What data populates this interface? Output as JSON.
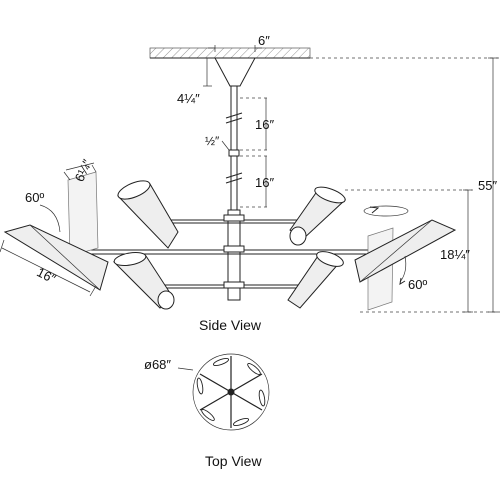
{
  "labels": {
    "canopy_width": "6″",
    "canopy_height": "4¼″",
    "rod_upper": "16″",
    "rod_gap": "½″",
    "rod_lower": "16″",
    "overall_height": "55″",
    "body_height": "18¼″",
    "shade_length": "16″",
    "shade_width": "6¼″",
    "tilt_left": "60º",
    "tilt_right": "60º",
    "diameter": "ø68″"
  },
  "captions": {
    "side_view": "Side View",
    "top_view": "Top View"
  },
  "colors": {
    "line": "#222222",
    "shade_fill": "#eeeeee",
    "ghost_fill": "#f3f3f3"
  }
}
